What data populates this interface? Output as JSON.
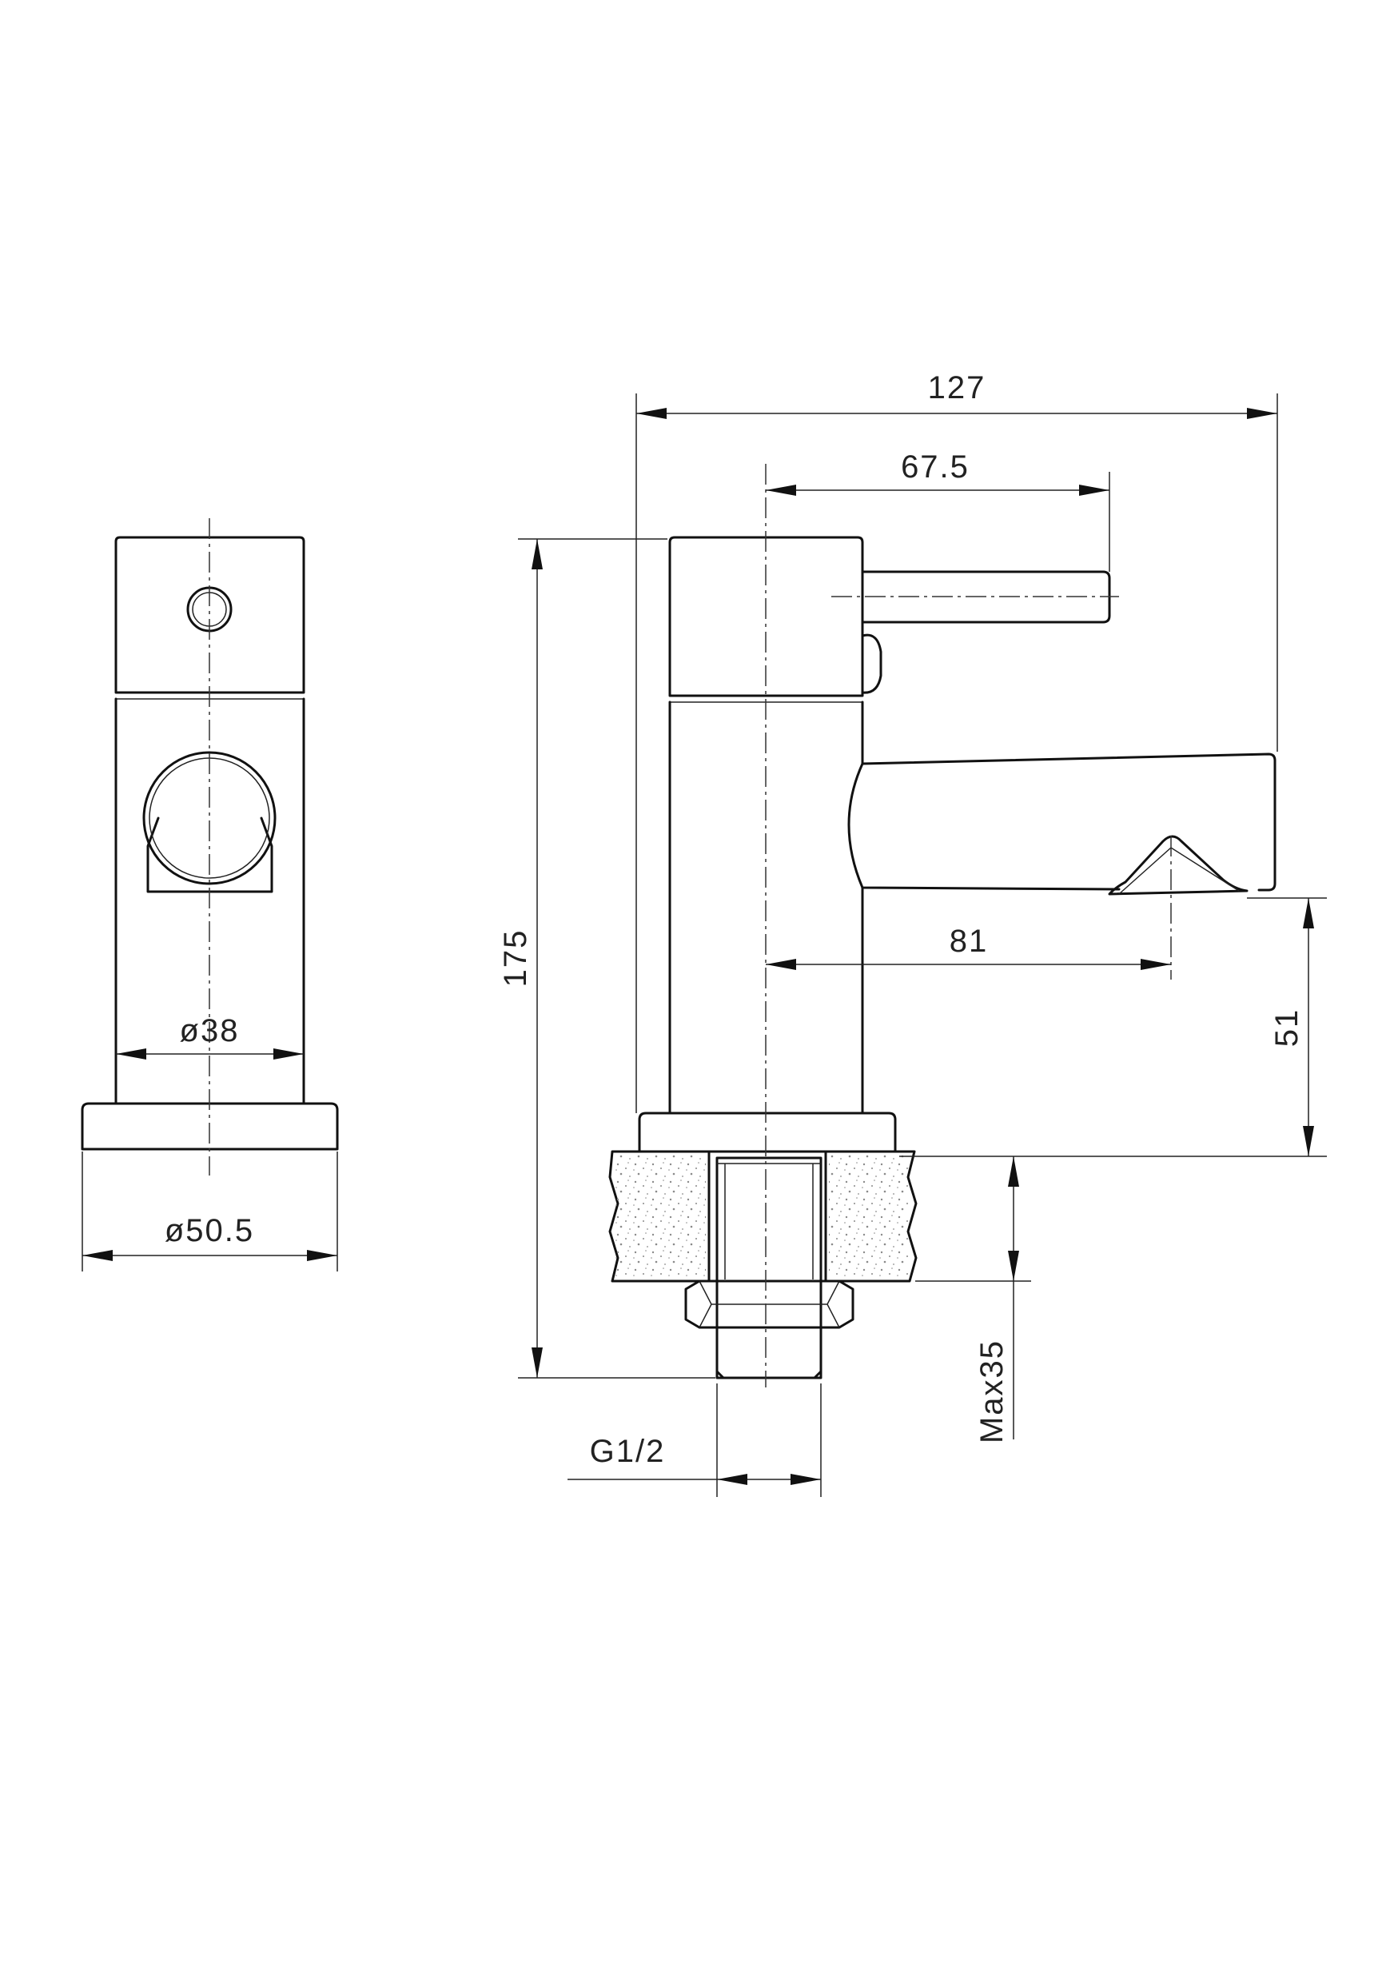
{
  "dimensions": {
    "overall_width": "127",
    "handle_reach": "67.5",
    "spout_reach": "81",
    "overall_height": "175",
    "spout_height": "51",
    "max_deck_thickness": "Max35",
    "thread_size": "G1/2",
    "body_diameter": "ø38",
    "base_diameter": "ø50.5"
  },
  "colors": {
    "line": "#111111",
    "background": "#ffffff"
  }
}
